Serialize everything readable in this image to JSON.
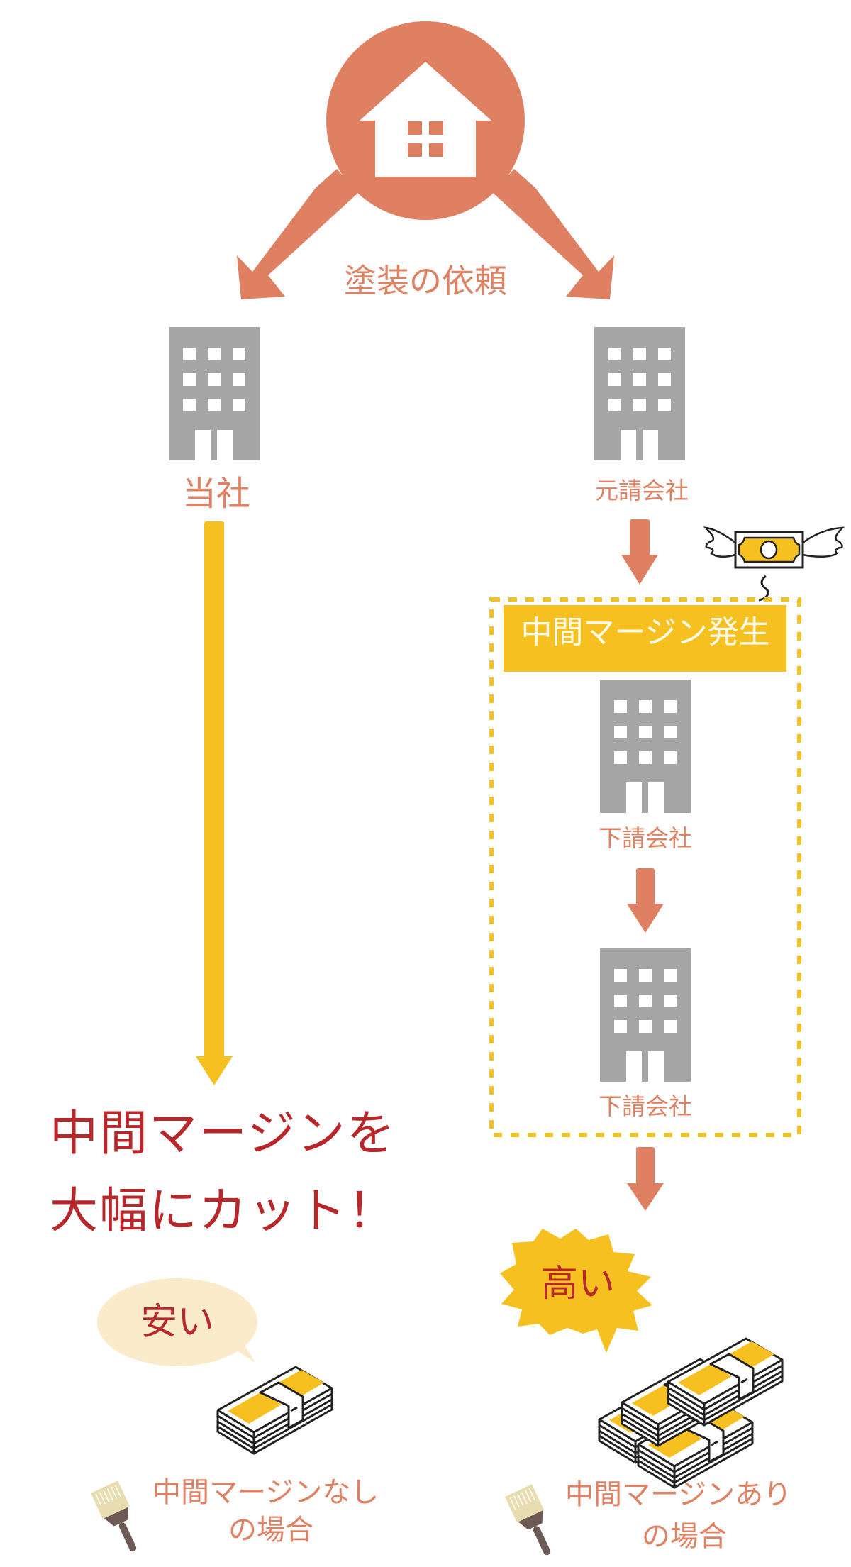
{
  "colors": {
    "accent_orange": "#df8063",
    "accent_yellow": "#f6c120",
    "building_gray": "#a6a6a6",
    "headline_red": "#b8272a",
    "bubble_cream": "#faeccb",
    "brush_bristle": "#e8ddb0",
    "brush_handle": "#6e5a54"
  },
  "top": {
    "house_icon": "house-icon",
    "request_label": "塗装の依頼"
  },
  "left_path": {
    "company_label": "当社",
    "headline_line1": "中間マージンを",
    "headline_line2": "大幅にカット！",
    "price_bubble": "安い",
    "case_line1": "中間マージンなし",
    "case_line2": "の場合"
  },
  "right_path": {
    "prime_contractor_label": "元請会社",
    "margin_banner": "中間マージン発生",
    "subcontractor_1_label": "下請会社",
    "subcontractor_2_label": "下請会社",
    "price_burst": "高い",
    "case_line1": "中間マージンあり",
    "case_line2": "の場合"
  }
}
